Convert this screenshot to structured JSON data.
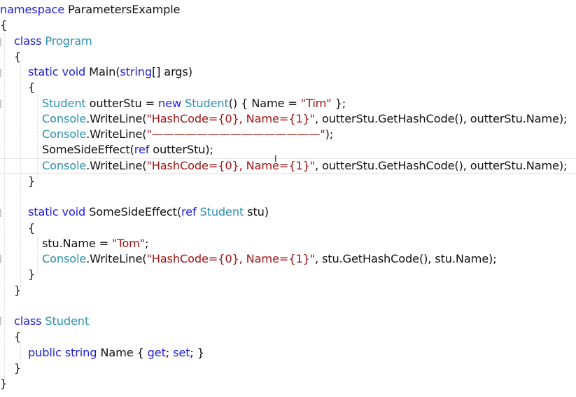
{
  "editor": {
    "cursor": "I",
    "lines": [
      [
        {
          "t": "namespace",
          "c": "kw"
        },
        {
          "t": " ParametersExample",
          "c": "tx"
        }
      ],
      [
        {
          "t": "{",
          "c": "tx"
        }
      ],
      [
        {
          "t": "    ",
          "c": "tx"
        },
        {
          "t": "class",
          "c": "kw"
        },
        {
          "t": " ",
          "c": "tx"
        },
        {
          "t": "Program",
          "c": "ty"
        }
      ],
      [
        {
          "t": "    {",
          "c": "tx"
        }
      ],
      [
        {
          "t": "        ",
          "c": "tx"
        },
        {
          "t": "static",
          "c": "kw"
        },
        {
          "t": " ",
          "c": "tx"
        },
        {
          "t": "void",
          "c": "kw"
        },
        {
          "t": " Main(",
          "c": "tx"
        },
        {
          "t": "string",
          "c": "kw"
        },
        {
          "t": "[] args)",
          "c": "tx"
        }
      ],
      [
        {
          "t": "        {",
          "c": "tx"
        }
      ],
      [
        {
          "t": "            ",
          "c": "tx"
        },
        {
          "t": "Student",
          "c": "ty"
        },
        {
          "t": " outterStu = ",
          "c": "tx"
        },
        {
          "t": "new",
          "c": "kw"
        },
        {
          "t": " ",
          "c": "tx"
        },
        {
          "t": "Student",
          "c": "ty"
        },
        {
          "t": "() { Name = ",
          "c": "tx"
        },
        {
          "t": "\"Tim\"",
          "c": "str"
        },
        {
          "t": " };",
          "c": "tx"
        }
      ],
      [
        {
          "t": "            ",
          "c": "tx"
        },
        {
          "t": "Console",
          "c": "ty"
        },
        {
          "t": ".WriteLine(",
          "c": "tx"
        },
        {
          "t": "\"HashCode={0}, Name={1}\"",
          "c": "str"
        },
        {
          "t": ", outterStu.GetHashCode(), outterStu.Name);",
          "c": "tx"
        }
      ],
      [
        {
          "t": "            ",
          "c": "tx"
        },
        {
          "t": "Console",
          "c": "ty"
        },
        {
          "t": ".WriteLine(",
          "c": "tx"
        },
        {
          "t": "\"———————————————\"",
          "c": "str"
        },
        {
          "t": ");",
          "c": "tx"
        }
      ],
      [
        {
          "t": "            SomeSideEffect(",
          "c": "tx"
        },
        {
          "t": "ref",
          "c": "kw"
        },
        {
          "t": " outterStu);",
          "c": "tx"
        }
      ],
      [
        {
          "t": "            ",
          "c": "tx"
        },
        {
          "t": "Console",
          "c": "ty"
        },
        {
          "t": ".WriteLine(",
          "c": "tx"
        },
        {
          "t": "\"HashCode={0}, Name={1}\"",
          "c": "str"
        },
        {
          "t": ", outterStu.GetHashCode(), outterStu.Name);",
          "c": "tx"
        }
      ],
      [
        {
          "t": "        }",
          "c": "tx"
        }
      ],
      [],
      [
        {
          "t": "        ",
          "c": "tx"
        },
        {
          "t": "static",
          "c": "kw"
        },
        {
          "t": " ",
          "c": "tx"
        },
        {
          "t": "void",
          "c": "kw"
        },
        {
          "t": " SomeSideEffect(",
          "c": "tx"
        },
        {
          "t": "ref",
          "c": "kw"
        },
        {
          "t": " ",
          "c": "tx"
        },
        {
          "t": "Student",
          "c": "ty"
        },
        {
          "t": " stu)",
          "c": "tx"
        }
      ],
      [
        {
          "t": "        {",
          "c": "tx"
        }
      ],
      [
        {
          "t": "            stu.Name = ",
          "c": "tx"
        },
        {
          "t": "\"Tom\"",
          "c": "str"
        },
        {
          "t": ";",
          "c": "tx"
        }
      ],
      [
        {
          "t": "            ",
          "c": "tx"
        },
        {
          "t": "Console",
          "c": "ty"
        },
        {
          "t": ".WriteLine(",
          "c": "tx"
        },
        {
          "t": "\"HashCode={0}, Name={1}\"",
          "c": "str"
        },
        {
          "t": ", stu.GetHashCode(), stu.Name);",
          "c": "tx"
        }
      ],
      [
        {
          "t": "        }",
          "c": "tx"
        }
      ],
      [
        {
          "t": "    }",
          "c": "tx"
        }
      ],
      [],
      [
        {
          "t": "    ",
          "c": "tx"
        },
        {
          "t": "class",
          "c": "kw"
        },
        {
          "t": " ",
          "c": "tx"
        },
        {
          "t": "Student",
          "c": "ty"
        }
      ],
      [
        {
          "t": "    {",
          "c": "tx"
        }
      ],
      [
        {
          "t": "        ",
          "c": "tx"
        },
        {
          "t": "public",
          "c": "kw"
        },
        {
          "t": " ",
          "c": "tx"
        },
        {
          "t": "string",
          "c": "kw"
        },
        {
          "t": " Name { ",
          "c": "tx"
        },
        {
          "t": "get",
          "c": "kw"
        },
        {
          "t": "; ",
          "c": "tx"
        },
        {
          "t": "set",
          "c": "kw"
        },
        {
          "t": "; }",
          "c": "tx"
        }
      ],
      [
        {
          "t": "    }",
          "c": "tx"
        }
      ],
      [
        {
          "t": "}",
          "c": "tx"
        }
      ]
    ]
  }
}
